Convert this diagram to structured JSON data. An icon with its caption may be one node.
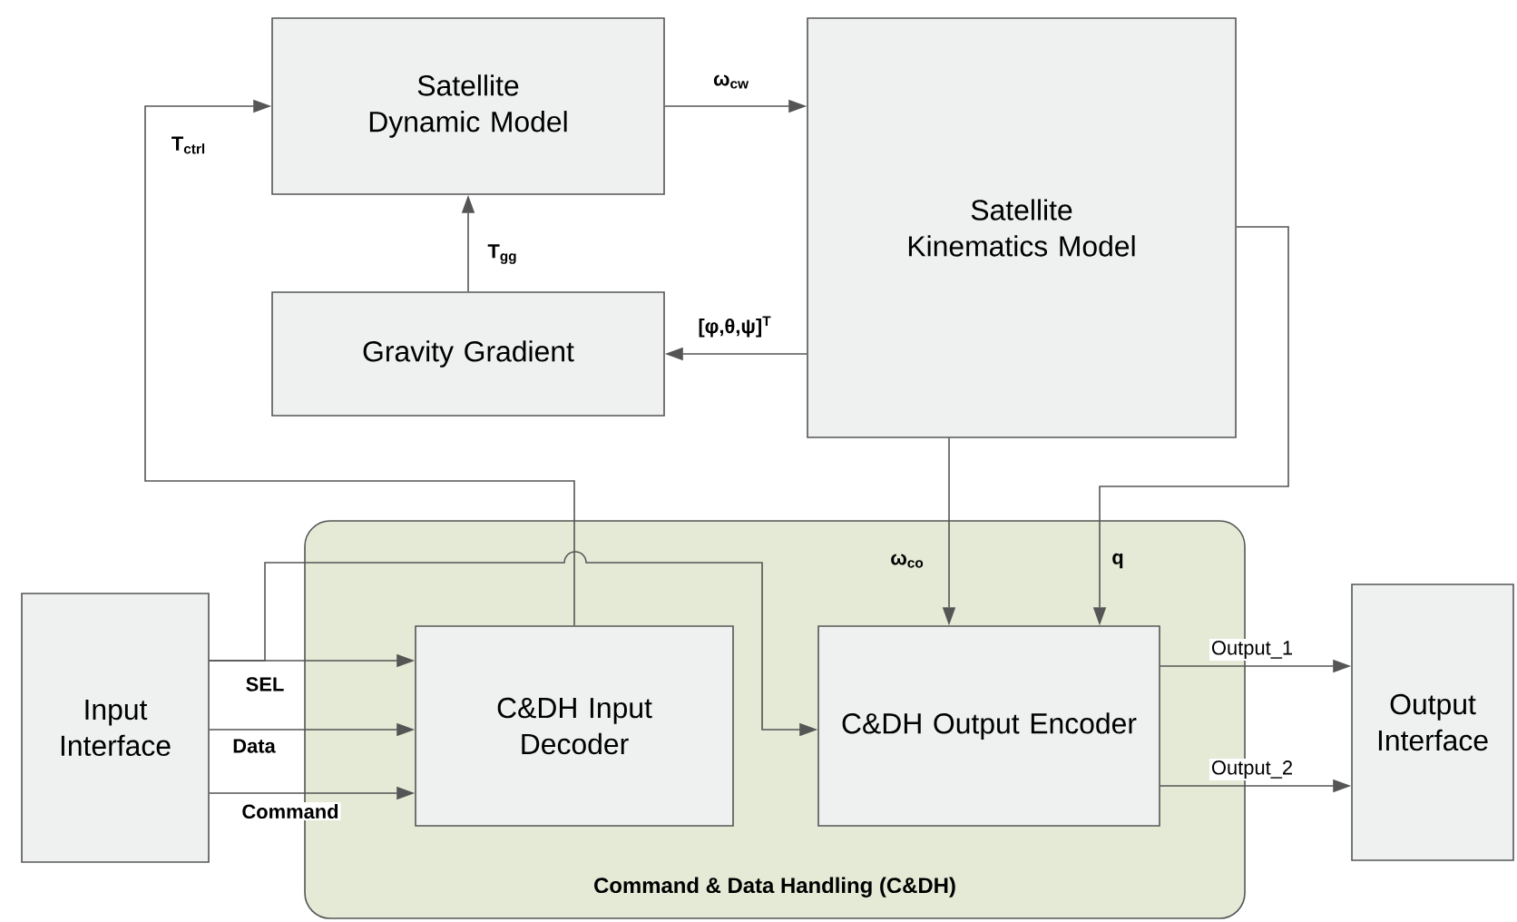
{
  "diagram": {
    "nodes": [
      {
        "text": [
          "Satellite Dynamic Model"
        ]
      },
      {
        "text": [
          "Satellite Kinematics Model"
        ]
      },
      {
        "text": [
          "Gravity Gradient"
        ]
      },
      {
        "text": [
          "Input Interface"
        ]
      },
      {
        "text": [
          "Command & Data Handling (C&DH)"
        ]
      },
      {
        "text": [
          "C&DH Input Decoder"
        ],
        "in": 4
      },
      {
        "text": [
          "C&DH Output Encoder"
        ],
        "in": 4
      },
      {
        "text": [
          "Output Interface"
        ]
      }
    ],
    "edges": [
      {
        "from": 0,
        "to": 1,
        "arrow": "to",
        "label": "ω$_{cw}$"
      },
      {
        "from": 1,
        "to": 2,
        "arrow": "to",
        "label": "[φ,θ,ψ]$^{T}$"
      },
      {
        "from": 2,
        "to": 0,
        "arrow": "to",
        "label": "T$_{gg}$"
      },
      {
        "from": 5,
        "to": 0,
        "arrow": "to",
        "label": "T$_{ctrl}$"
      },
      {
        "from": 1,
        "to": 6,
        "arrow": "to",
        "label": "ω$_{co}$"
      },
      {
        "from": 1,
        "to": 6,
        "arrow": "to",
        "label": "q"
      },
      {
        "from": 3,
        "to": 5,
        "arrow": "to",
        "label": "SEL"
      },
      {
        "from": 3,
        "to": 5,
        "arrow": "to",
        "label": "Data"
      },
      {
        "from": 3,
        "to": 5,
        "arrow": "to",
        "label": "Command"
      },
      {
        "from": 3,
        "to": 6,
        "arrow": "to"
      },
      {
        "from": 6,
        "to": 7,
        "arrow": "to",
        "label": "Output_1"
      },
      {
        "from": 6,
        "to": 7,
        "arrow": "to",
        "label": "Output_2"
      }
    ]
  }
}
